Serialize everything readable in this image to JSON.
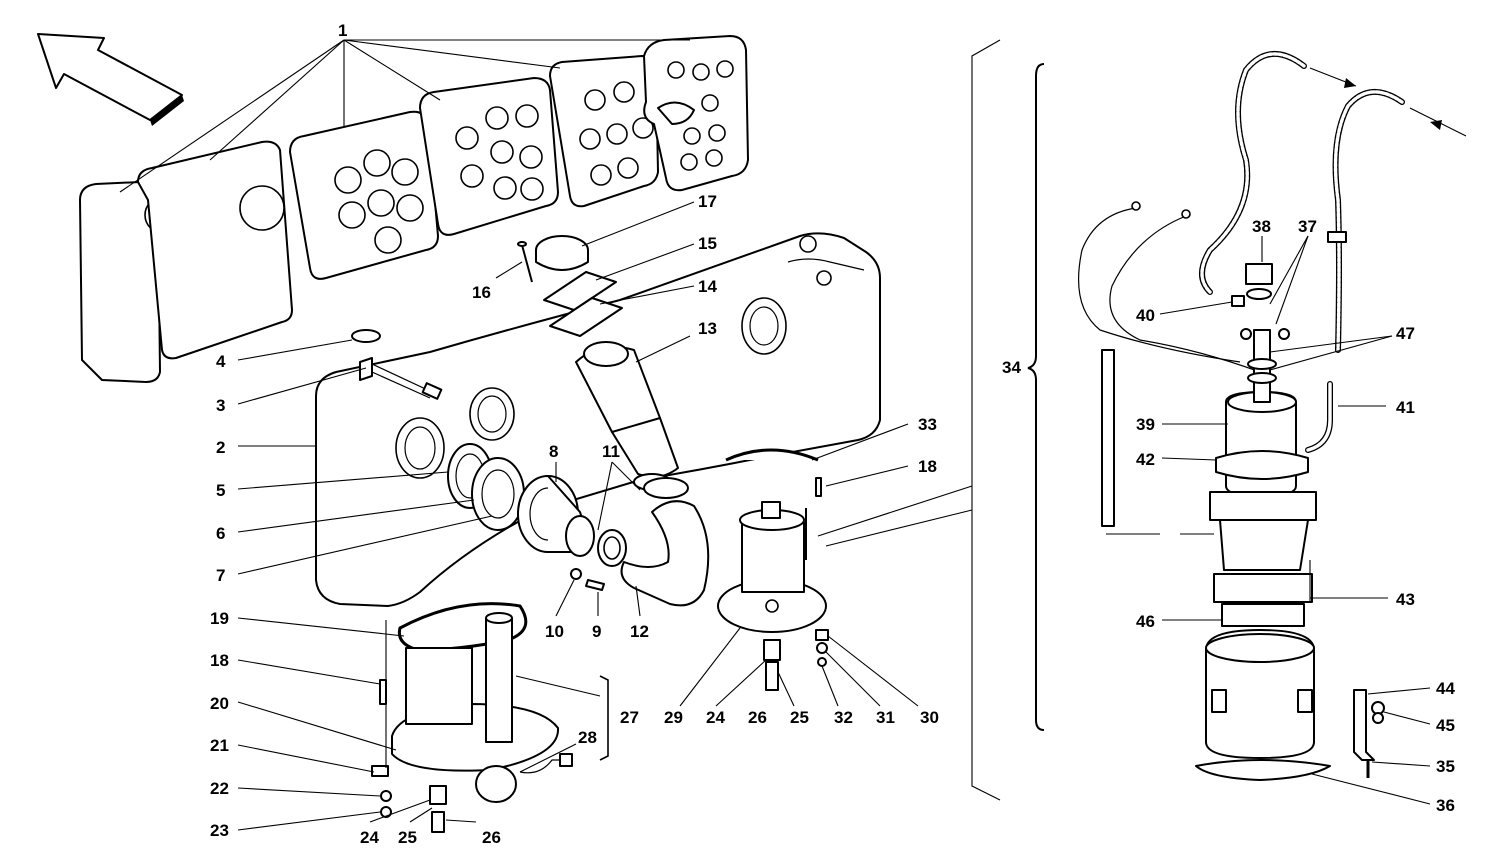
{
  "callouts": {
    "c1": "1",
    "c2": "2",
    "c3": "3",
    "c4": "4",
    "c5": "5",
    "c6": "6",
    "c7": "7",
    "c8": "8",
    "c9": "9",
    "c10": "10",
    "c11": "11",
    "c12": "12",
    "c13": "13",
    "c14": "14",
    "c15": "15",
    "c16": "16",
    "c17": "17",
    "c18a": "18",
    "c18b": "18",
    "c19": "19",
    "c20": "20",
    "c21": "21",
    "c22": "22",
    "c23": "23",
    "c24a": "24",
    "c24b": "24",
    "c25a": "25",
    "c25b": "25",
    "c26a": "26",
    "c26b": "26",
    "c27": "27",
    "c28": "28",
    "c29": "29",
    "c30": "30",
    "c31": "31",
    "c32": "32",
    "c33": "33",
    "c34": "34",
    "c35": "35",
    "c36": "36",
    "c37": "37",
    "c38": "38",
    "c39": "39",
    "c40": "40",
    "c41": "41",
    "c42": "42",
    "c43": "43",
    "c44": "44",
    "c45": "45",
    "c46": "46",
    "c47": "47"
  }
}
